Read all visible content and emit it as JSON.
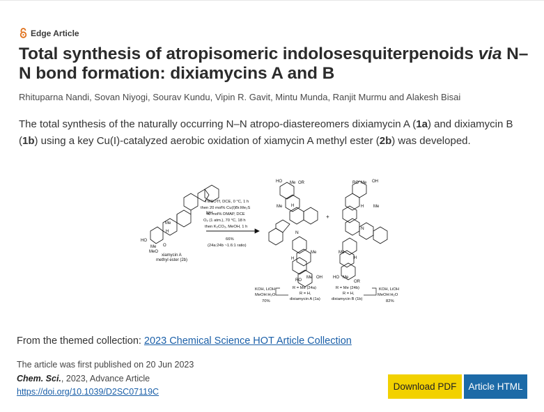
{
  "article": {
    "type_label": "Edge Article",
    "title_part1": "Total synthesis of atropisomeric indolosesquiterpenoids ",
    "title_via": "via",
    "title_part2": " N–N bond formation: dixiamycins A and B",
    "authors": "Rhituparna Nandi, Sovan Niyogi, Sourav Kundu, Vipin R. Gavit, Mintu Munda, Ranjit Murmu and Alakesh Bisai",
    "abstract": {
      "p1": "The total synthesis of the naturally occurring N–N atropo-diastereomers dixiamycin A (",
      "b1": "1a",
      "p2": ") and dixiamycin B (",
      "b2": "1b",
      "p3": ") using a key Cu(",
      "roman": "I",
      "p4": ")-catalyzed aerobic oxidation of xiamycin A methyl ester (",
      "b3": "2b",
      "p5": ") was developed."
    }
  },
  "scheme": {
    "sm_label1": "xiamycin A",
    "sm_label2": "methyl ester (2b)",
    "cond": [
      "TMSOTf, DCE, 0 °C, 1 h",
      "then 20 mol% Cu(I)Br.Me₂S",
      "40 mol% DMAP, DCE",
      "O₂ (1 atm.), 70 °C, 18 h",
      "then K₂CO₃, MeOH, 1 h"
    ],
    "yield": "66%",
    "ratio": "(24a:24b ~1.6:1 ratio)",
    "left_hydrolysis": [
      "KOH, LiOH",
      "MeOH:H₂O",
      "70%"
    ],
    "right_hydrolysis": [
      "KOH, LiOH",
      "MeOH:H₂O",
      "82%"
    ],
    "left_r1": "R = Me (24a)",
    "left_r2": "R = H,",
    "left_r3": "dixiamycin A (1a)",
    "right_r1": "R = Me (24b)",
    "right_r2": "R = H,",
    "right_r3": "dixiamycin B (1b)",
    "atoms": {
      "ho": "HO",
      "me": "Me",
      "or": "OR",
      "ro": "RO",
      "oh": "OH",
      "meo": "MeO",
      "h": "H",
      "nh": "NH",
      "n": "N",
      "o": "O",
      "plus": "+"
    }
  },
  "footer": {
    "collection_prefix": "From the themed collection:",
    "collection_link": "2023 Chemical Science HOT Article Collection",
    "published": "The article was first published on 20 Jun 2023",
    "journal": "Chem. Sci.",
    "journal_rest": ", 2023, Advance Article",
    "doi": "https://doi.org/10.1039/D2SC07119C",
    "download_pdf": "Download PDF",
    "article_html": "Article HTML"
  },
  "colors": {
    "accent_link": "#1a5fa8",
    "pdf_button": "#f2d100",
    "html_button": "#1c6aa7",
    "open_access_icon": "#e0701a"
  },
  "icons": {
    "type_icon": "open-access-lock-icon"
  }
}
